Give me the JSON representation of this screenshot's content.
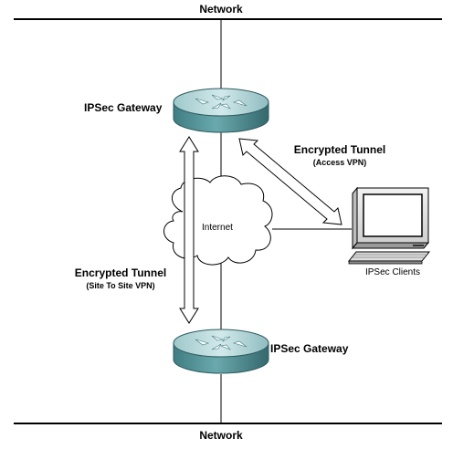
{
  "network_top": {
    "label": "Network"
  },
  "network_bottom": {
    "label": "Network"
  },
  "gateway_top": {
    "label": "IPSec Gateway"
  },
  "gateway_bottom": {
    "label": "IPSec Gateway"
  },
  "internet": {
    "label": "Internet"
  },
  "tunnel_access": {
    "title": "Encrypted Tunnel",
    "subtitle": "(Access VPN)"
  },
  "tunnel_site": {
    "title": "Encrypted Tunnel",
    "subtitle": "(Site To Site VPN)"
  },
  "clients": {
    "label": "IPSec Clients"
  },
  "colors": {
    "router_fill": "#5f9ea0",
    "router_light": "#b7d8da",
    "router_dark": "#3f7a80",
    "line": "#000000"
  },
  "icons": [
    "router-icon",
    "cloud-icon",
    "computer-icon",
    "double-arrow"
  ]
}
